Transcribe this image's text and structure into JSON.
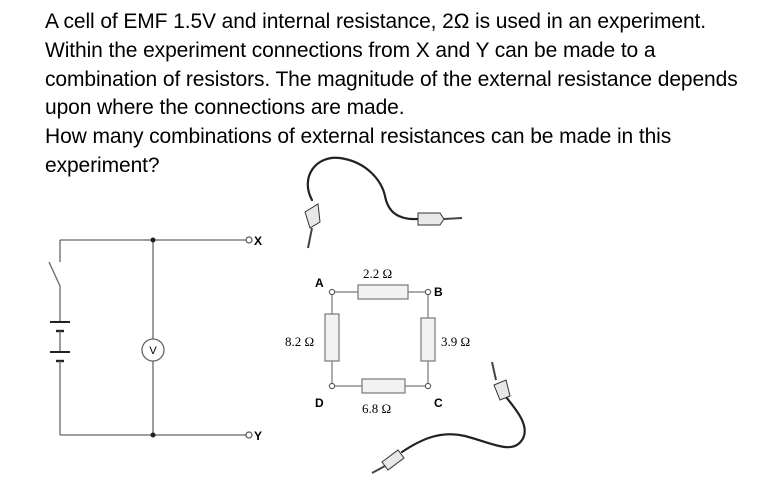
{
  "question": {
    "paragraph_1": "A cell of EMF 1.5V and internal resistance, 2Ω is used in an experiment. Within the experiment connections from X and Y can be made to a combination of resistors. The magnitude of the external resistance depends upon where the connections are made.",
    "paragraph_2": "How many combinations of external resistances can be made in this experiment?"
  },
  "circuit": {
    "terminal_x": "X",
    "terminal_y": "Y",
    "voltmeter": "V"
  },
  "resistor_network": {
    "node_a": "A",
    "node_b": "B",
    "node_c": "C",
    "node_d": "D",
    "r_ab": "2.2 Ω",
    "r_bc": "3.9 Ω",
    "r_cd": "6.8 Ω",
    "r_da": "8.2 Ω"
  }
}
